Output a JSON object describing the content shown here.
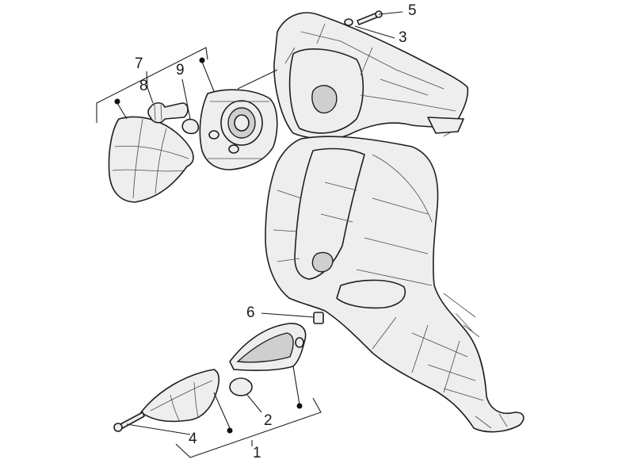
{
  "callouts": [
    {
      "id": "1",
      "label": "1"
    },
    {
      "id": "2",
      "label": "2"
    },
    {
      "id": "3",
      "label": "3"
    },
    {
      "id": "4",
      "label": "4"
    },
    {
      "id": "5",
      "label": "5"
    },
    {
      "id": "6",
      "label": "6"
    },
    {
      "id": "7",
      "label": "7"
    },
    {
      "id": "8",
      "label": "8"
    },
    {
      "id": "9",
      "label": "9"
    }
  ],
  "colors": {
    "line": "#1f1f1f",
    "fill": "#eeeeee",
    "background": "#ffffff"
  }
}
